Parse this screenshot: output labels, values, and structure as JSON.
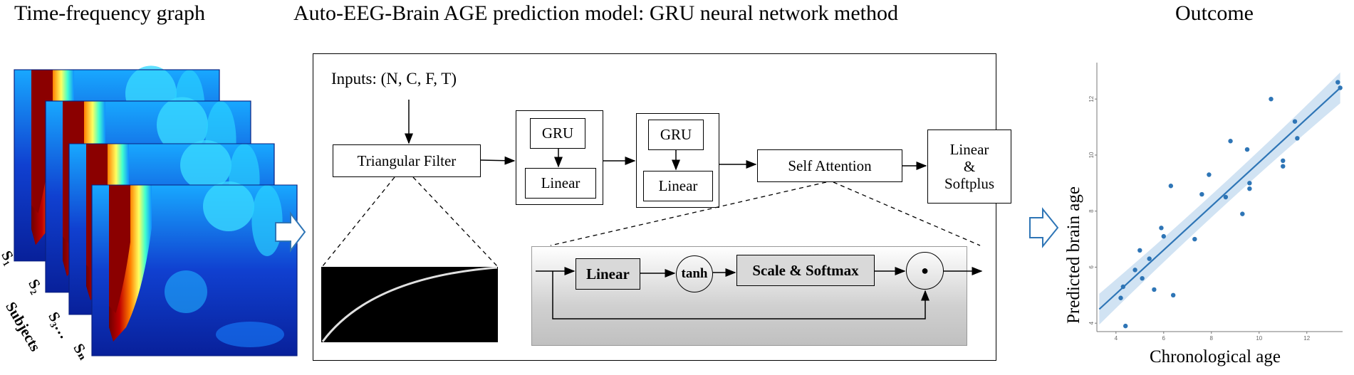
{
  "titles": {
    "left": "Time-frequency graph",
    "middle": "Auto-EEG-Brain AGE prediction model: GRU neural network method",
    "right": "Outcome"
  },
  "subjects": {
    "s1": "S₁",
    "s2": "S₂",
    "s3": "S₃…",
    "sn": "Sₙ",
    "label": "Subjects"
  },
  "model": {
    "inputs": "Inputs: (N, C, F, T)",
    "triangular_filter": "Triangular Filter",
    "gru1": "GRU",
    "linear1": "Linear",
    "gru2": "GRU",
    "linear2": "Linear",
    "self_attention": "Self Attention",
    "output_line1": "Linear",
    "output_line2": "&",
    "output_line3": "Softplus"
  },
  "attention": {
    "linear": "Linear",
    "tanh": "tanh",
    "scale_softmax": "Scale & Softmax",
    "product_symbol": "●"
  },
  "chart_data": {
    "type": "scatter",
    "xlabel": "Chronological age",
    "ylabel": "Predicted brain  age",
    "xlim": [
      3.2,
      13.5
    ],
    "ylim": [
      3.7,
      13.3
    ],
    "xticks": [
      4,
      6,
      8,
      10,
      12
    ],
    "yticks": [
      4,
      6,
      8,
      10,
      12
    ],
    "points": [
      [
        4.3,
        5.3
      ],
      [
        4.2,
        4.9
      ],
      [
        4.4,
        3.9
      ],
      [
        4.8,
        5.9
      ],
      [
        5.0,
        6.6
      ],
      [
        5.1,
        5.6
      ],
      [
        5.4,
        6.3
      ],
      [
        5.6,
        5.2
      ],
      [
        5.9,
        7.4
      ],
      [
        6.0,
        7.1
      ],
      [
        6.3,
        8.9
      ],
      [
        6.4,
        5.0
      ],
      [
        7.3,
        7.0
      ],
      [
        7.6,
        8.6
      ],
      [
        7.9,
        9.3
      ],
      [
        8.6,
        8.5
      ],
      [
        8.8,
        10.5
      ],
      [
        9.3,
        7.9
      ],
      [
        9.5,
        10.2
      ],
      [
        9.6,
        9.0
      ],
      [
        9.6,
        8.8
      ],
      [
        10.5,
        12.0
      ],
      [
        11.0,
        9.8
      ],
      [
        11.0,
        9.6
      ],
      [
        11.5,
        11.2
      ],
      [
        11.6,
        10.6
      ],
      [
        13.3,
        12.6
      ],
      [
        13.4,
        12.4
      ]
    ],
    "fit_line": [
      [
        3.3,
        4.5
      ],
      [
        13.4,
        12.4
      ]
    ],
    "point_color": "#2e75b6",
    "band_color": "#bdd7ee"
  },
  "colors": {
    "arrow_outline": "#2e75b6",
    "attention_bg": "#d9d9d9",
    "filter_curve": "#e0e0e0"
  }
}
